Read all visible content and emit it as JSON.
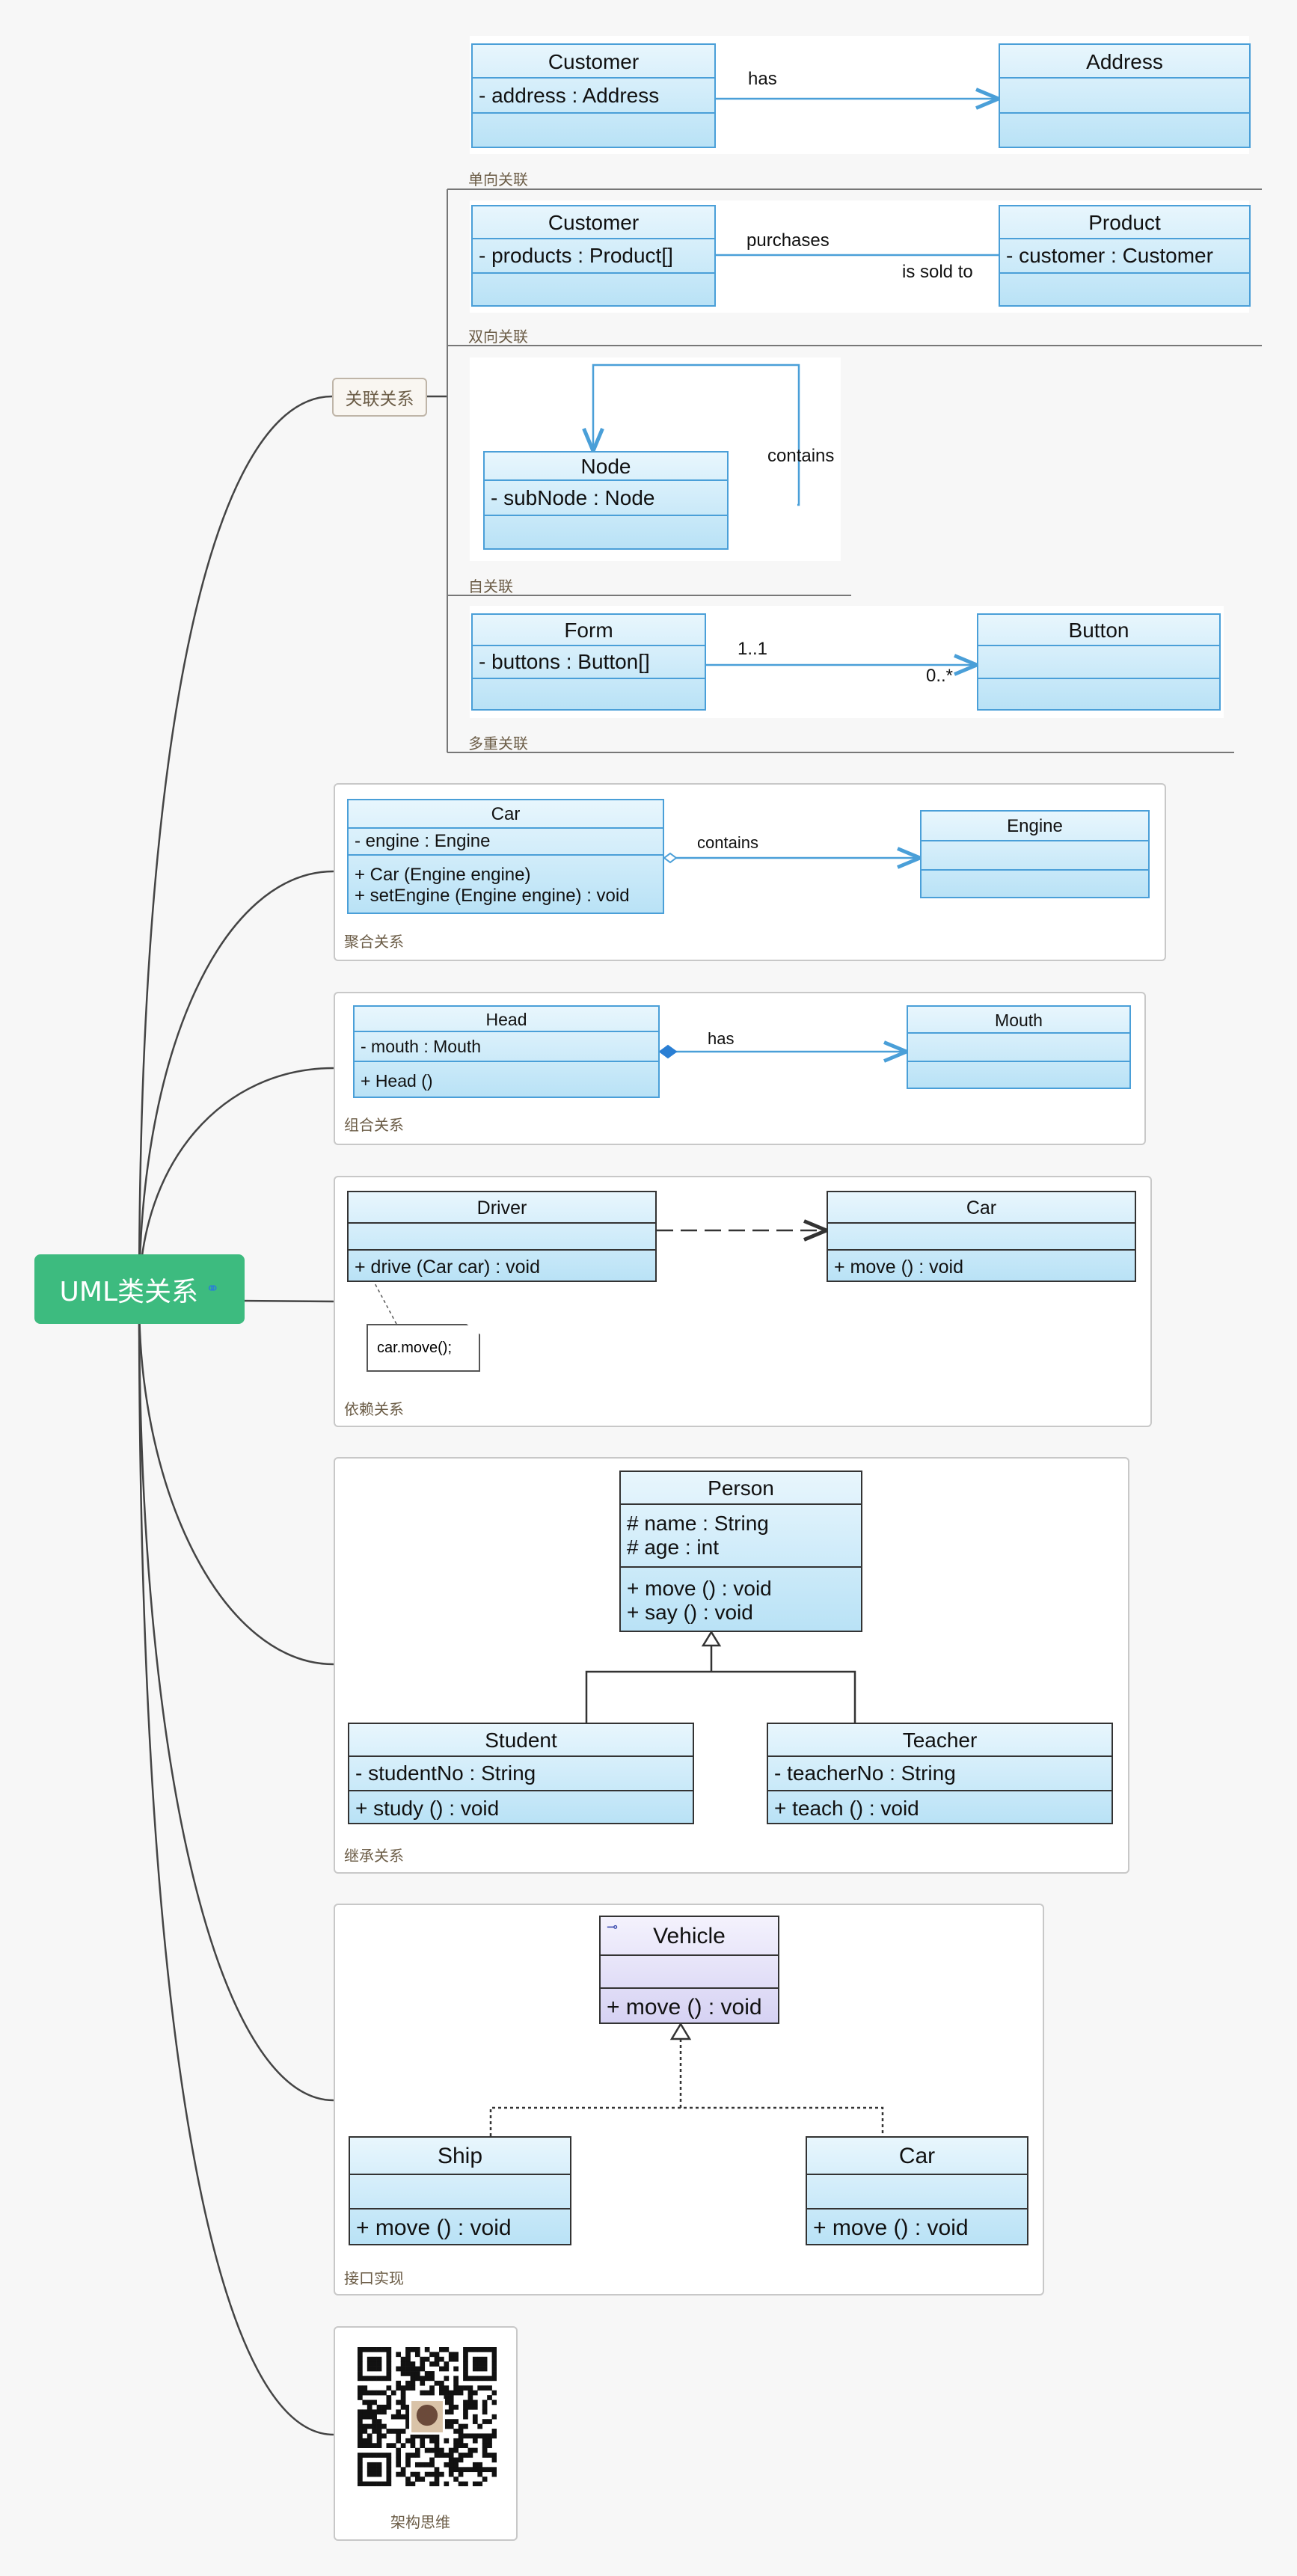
{
  "root": {
    "title": "UML类关系",
    "icon": "link-icon"
  },
  "branches": {
    "association": "关联关系",
    "aggregation": "聚合关系",
    "composition": "组合关系",
    "dependency": "依赖关系",
    "inheritance": "继承关系",
    "interface": "接口实现",
    "qr": "架构思维"
  },
  "sub_groups": {
    "unidirectional": "单向关联",
    "bidirectional": "双向关联",
    "self": "自关联",
    "multiplicity": "多重关联"
  },
  "classes": {
    "customer1": {
      "name": "Customer",
      "attrs": [
        "- address : Address"
      ],
      "methods": []
    },
    "address": {
      "name": "Address",
      "attrs": [],
      "methods": []
    },
    "customer2": {
      "name": "Customer",
      "attrs": [
        "- products : Product[]"
      ],
      "methods": []
    },
    "product": {
      "name": "Product",
      "attrs": [
        "- customer : Customer"
      ],
      "methods": []
    },
    "node": {
      "name": "Node",
      "attrs": [
        "- subNode : Node"
      ],
      "methods": []
    },
    "form": {
      "name": "Form",
      "attrs": [
        "- buttons : Button[]"
      ],
      "methods": []
    },
    "button": {
      "name": "Button",
      "attrs": [],
      "methods": []
    },
    "car_agg": {
      "name": "Car",
      "attrs": [
        "- engine : Engine"
      ],
      "methods": [
        "+ Car (Engine engine)",
        "+ setEngine (Engine engine) : void"
      ]
    },
    "engine": {
      "name": "Engine",
      "attrs": [],
      "methods": []
    },
    "head": {
      "name": "Head",
      "attrs": [
        "- mouth : Mouth"
      ],
      "methods": [
        "+ Head ()"
      ]
    },
    "mouth": {
      "name": "Mouth",
      "attrs": [],
      "methods": []
    },
    "driver": {
      "name": "Driver",
      "attrs": [],
      "methods": [
        "+ drive (Car car) : void"
      ]
    },
    "car_dep": {
      "name": "Car",
      "attrs": [],
      "methods": [
        "+ move () : void"
      ]
    },
    "person": {
      "name": "Person",
      "attrs": [
        "# name : String",
        "# age : int"
      ],
      "methods": [
        "+ move () : void",
        "+ say () : void"
      ]
    },
    "student": {
      "name": "Student",
      "attrs": [
        "- studentNo : String"
      ],
      "methods": [
        "+ study () : void"
      ]
    },
    "teacher": {
      "name": "Teacher",
      "attrs": [
        "- teacherNo : String"
      ],
      "methods": [
        "+ teach () : void"
      ]
    },
    "vehicle": {
      "name": "Vehicle",
      "attrs": [],
      "methods": [
        "+ move () : void"
      ]
    },
    "ship": {
      "name": "Ship",
      "attrs": [],
      "methods": [
        "+ move () : void"
      ]
    },
    "car_impl": {
      "name": "Car",
      "attrs": [],
      "methods": [
        "+ move () : void"
      ]
    }
  },
  "edge_labels": {
    "has": "has",
    "purchases": "purchases",
    "is_sold_to": "is sold to",
    "contains_self": "contains",
    "mult_source": "1..1",
    "mult_target": "0..*",
    "contains_agg": "contains",
    "has_comp": "has"
  },
  "note": "car.move();",
  "colors": {
    "root": "#3dbb7f",
    "class_border": "#4a9fd8",
    "class_fill_top": "#e8f6fd",
    "class_fill_bottom": "#b9e2f6",
    "interface_fill": "#d6d2f3",
    "connector": "#444444"
  }
}
